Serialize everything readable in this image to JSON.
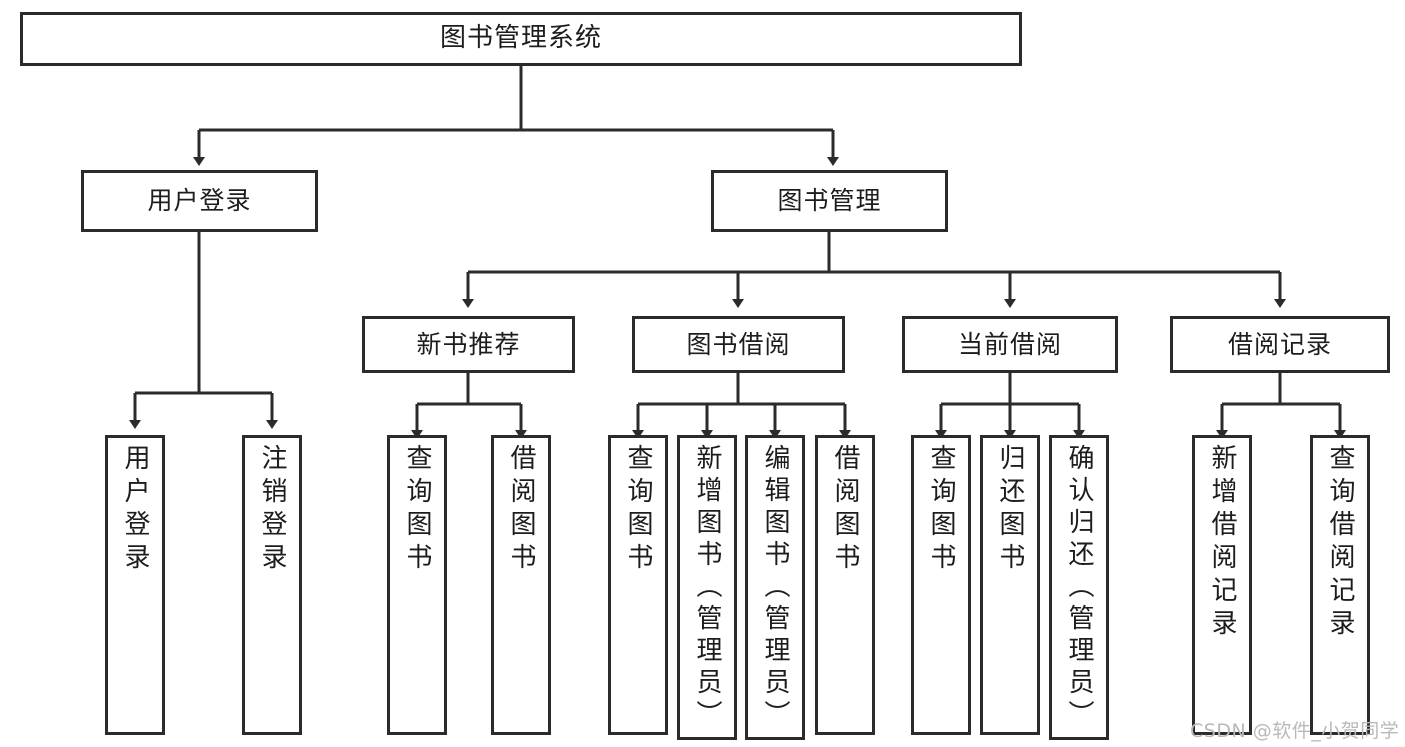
{
  "diagram": {
    "type": "tree-hierarchy",
    "title": "图书管理系统",
    "root": {
      "label": "图书管理系统"
    },
    "level2": [
      {
        "label": "用户登录"
      },
      {
        "label": "图书管理"
      }
    ],
    "level3": [
      {
        "label": "新书推荐"
      },
      {
        "label": "图书借阅"
      },
      {
        "label": "当前借阅"
      },
      {
        "label": "借阅记录"
      }
    ],
    "leaves": {
      "user_login": [
        {
          "label": "用户登录"
        },
        {
          "label": "注销登录"
        }
      ],
      "new_book_recommend": [
        {
          "label": "查询图书"
        },
        {
          "label": "借阅图书"
        }
      ],
      "book_borrow": [
        {
          "label": "查询图书"
        },
        {
          "label": "新增图书（管理员）"
        },
        {
          "label": "编辑图书（管理员）"
        },
        {
          "label": "借阅图书"
        }
      ],
      "current_borrow": [
        {
          "label": "查询图书"
        },
        {
          "label": "归还图书"
        },
        {
          "label": "确认归还（管理员）"
        }
      ],
      "borrow_record": [
        {
          "label": "新增借阅记录"
        },
        {
          "label": "查询借阅记录"
        }
      ]
    }
  },
  "watermark": {
    "text": "CSDN @软件_小贺同学"
  },
  "colors": {
    "border": "#2b2b2b",
    "background": "#ffffff",
    "text": "#1d1d1d",
    "watermark": "#b9b9b9"
  }
}
